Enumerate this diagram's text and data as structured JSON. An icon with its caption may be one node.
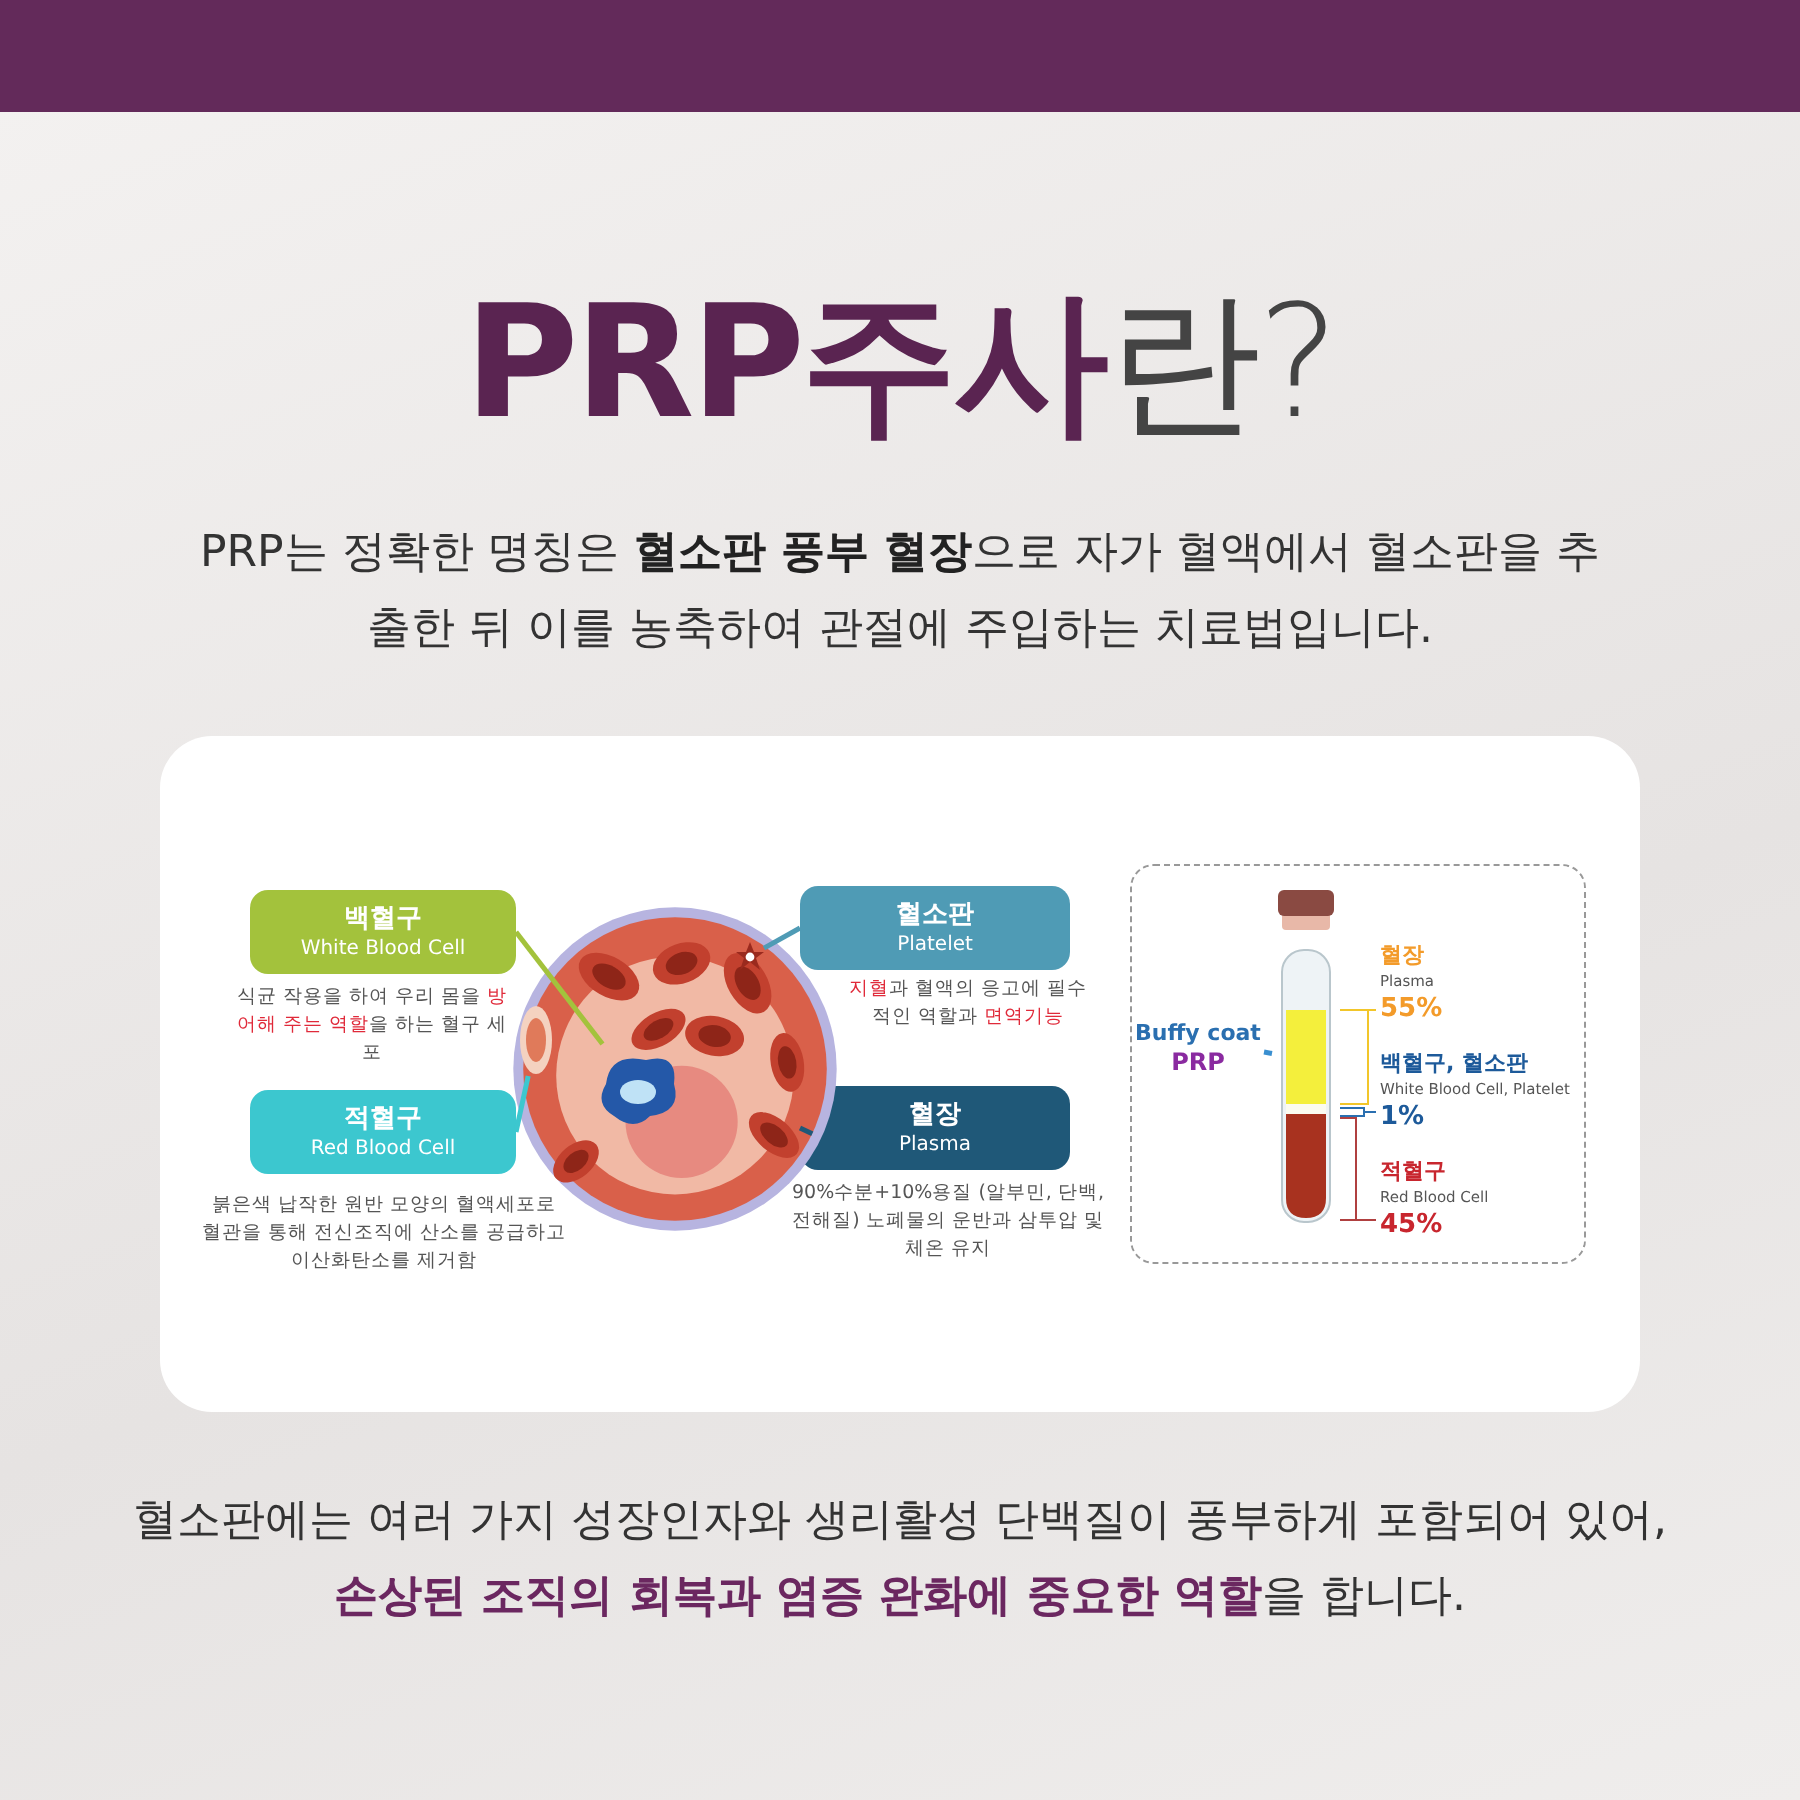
{
  "diagram": {
    "title": "**PRP주사**란?",
    "nodes": [
      {
        "text": [
          "백혈구",
          "White Blood Cell"
        ],
        "beside": [
          "식균 작용을 하여 우리 몸을 **방어해 주는 역할**을 하는 혈구 세포"
        ]
      },
      {
        "text": [
          "적혈구",
          "Red Blood Cell"
        ],
        "beside": [
          "붉은색 납작한 원반 모양의 혈액세포로 혈관을 통해 전신조직에 산소를 공급하고 이산화탄소를 제거함"
        ]
      },
      {
        "text": [
          "혈소판",
          "Platelet"
        ],
        "beside": [
          "**지혈**과 혈액의 응고에 필수적인 역할과 **면역기능**"
        ]
      },
      {
        "text": [
          "혈장",
          "Plasma"
        ],
        "beside": [
          "90%수분+10%용질 (알부민, 단백, 전해질) 노폐물의 운반과 삼투압 및 체온 유지"
        ]
      },
      {
        "text": [],
        "shape": "picture"
      },
      {
        "text": [],
        "shape": "picture",
        "in": 4
      },
      {
        "text": [],
        "shape": "picture",
        "in": 4
      },
      {
        "text": [],
        "shape": "picture",
        "in": 4
      },
      {
        "text": [],
        "shape": "box"
      },
      {
        "text": [],
        "shape": "picture",
        "in": 8
      },
      {
        "text": [
          "Buffy coat",
          "PRP"
        ],
        "in": 8
      },
      {
        "text": [
          "혈장",
          "Plasma",
          "55%"
        ],
        "in": 8
      },
      {
        "text": [
          "백혈구, 혈소판",
          "White Blood Cell, Platelet",
          "1%"
        ],
        "in": 8
      },
      {
        "text": [
          "적혈구",
          "Red Blood Cell",
          "45%"
        ],
        "in": 8
      }
    ],
    "edges": [
      {
        "from": 0,
        "to": 5,
        "arrow": "none",
        "color": "#a3c23c"
      },
      {
        "from": 1,
        "to": 6,
        "arrow": "none",
        "color": "#3cc7cf"
      },
      {
        "from": 2,
        "to": 7,
        "arrow": "none",
        "color": "#4f9bb5"
      },
      {
        "from": 3,
        "to": 4,
        "arrow": "none",
        "color": "#1f5878"
      },
      {
        "from": 10,
        "to": 9,
        "arrow": "none",
        "color": "#3a8fd0"
      }
    ],
    "labels": [
      "PRP는 정확한 명칭은 **혈소판 풍부 혈장**으로 자가 혈액에서 혈소판을 추출한 뒤 이를 농축하여 관절에 주입하는 치료법입니다.",
      "혈소판에는 여러 가지 성장인자와 생리활성 단백질이 풍부하게 포함되어 있어, **손상된 조직의 회복과 염증 완화에 중요한 역할**을 합니다."
    ]
  }
}
